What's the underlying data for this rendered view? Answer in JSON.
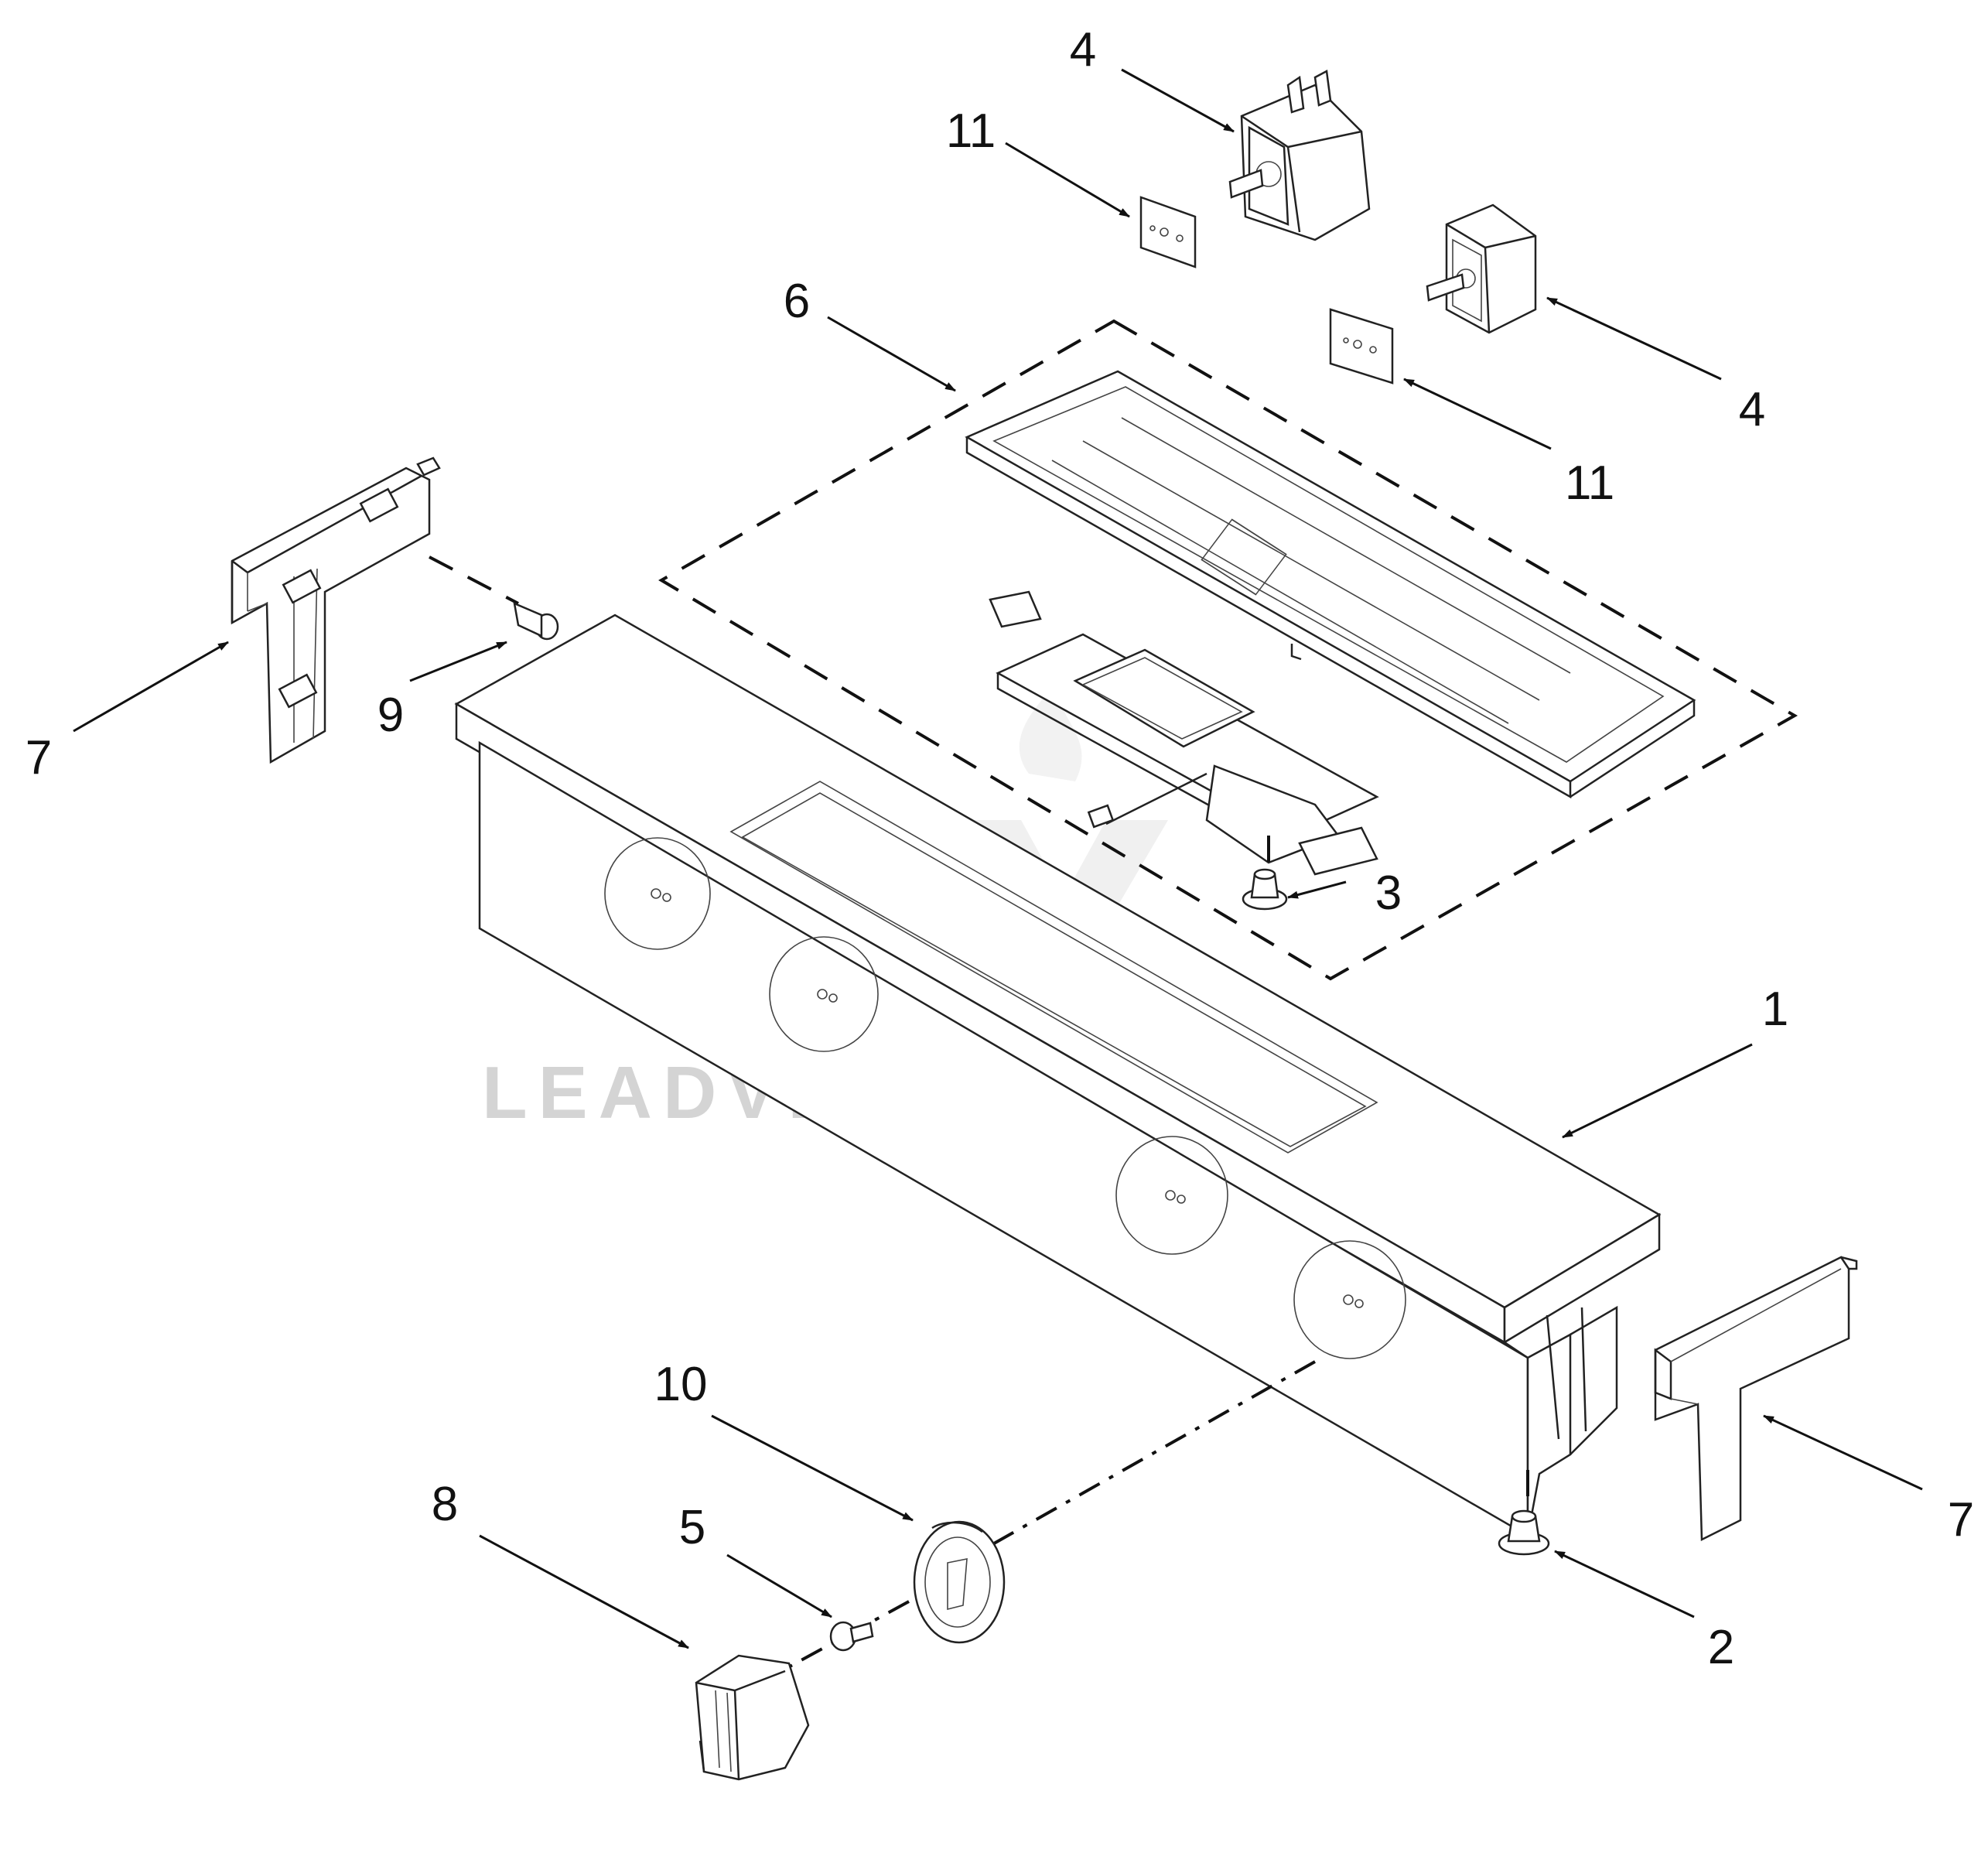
{
  "watermark": "LEADVENTURE",
  "callouts": {
    "control_panel": "1",
    "panel_bottom_grommet": "2",
    "board_grommet": "3",
    "switch_top": "4",
    "switch_right": "4",
    "screw": "5",
    "control_board_assembly": "6",
    "end_cap_left": "7",
    "end_cap_right": "7",
    "knob": "8",
    "clip": "9",
    "bezel": "10",
    "insulator_top": "11",
    "insulator_right": "11"
  }
}
